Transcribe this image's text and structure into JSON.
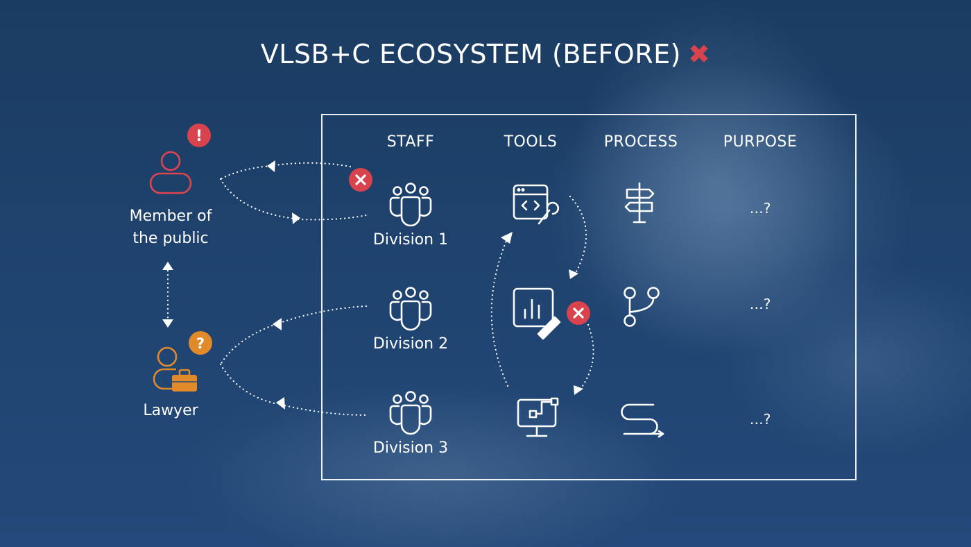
{
  "title": "VLSB+C ECOSYSTEM (BEFORE)",
  "title_mark": "✖",
  "columns": [
    "STAFF",
    "TOOLS",
    "PROCESS",
    "PURPOSE"
  ],
  "divisions": [
    "Division 1",
    "Division 2",
    "Division 3"
  ],
  "purpose_values": [
    "…?",
    "…?",
    "…?"
  ],
  "actors": {
    "public": {
      "line1": "Member of",
      "line2": "the public",
      "badge": "!"
    },
    "lawyer": {
      "label": "Lawyer",
      "badge": "?"
    }
  },
  "colors": {
    "background": "#1f4470",
    "error": "#d9434d",
    "warning": "#e08a2a",
    "public_icon": "#e04450",
    "lawyer_icon": "#e08a2a",
    "line": "#ffffff"
  },
  "icons": {
    "staff": "group-people-icon",
    "tools": [
      "code-wrench-icon",
      "chart-pen-icon",
      "monitor-network-icon"
    ],
    "process": [
      "signpost-icon",
      "branch-icon",
      "route-icon"
    ],
    "error": "x-circle-icon"
  }
}
